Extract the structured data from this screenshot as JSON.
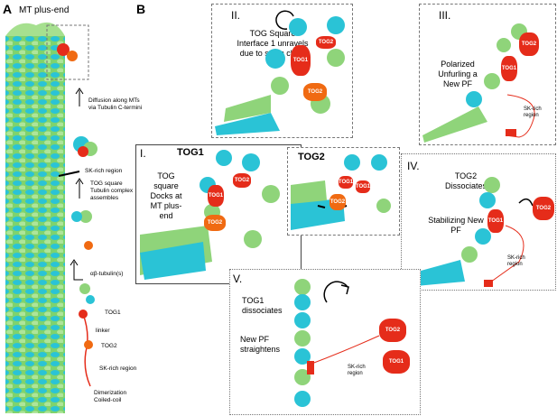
{
  "panelA": {
    "letter": "A",
    "title": "MT plus-end",
    "diffusion": "Diffusion along MTs via Tubulin C-termini",
    "sk_region": "SK-rich region",
    "tog_square": "TOG square Tubulin complex assembles",
    "ab_tubulin": "αβ-tubulin(s)",
    "tog1": "TOG1",
    "linker": "linker",
    "tog2": "TOG2",
    "sk_rich": "SK-rich region",
    "dimer": "Dimerization Coiled-coil"
  },
  "panelB": {
    "letter": "B",
    "step2": {
      "num": "II.",
      "text": "TOG Square Interface 1 unravels due to steric clash",
      "t1": "TOG1",
      "t2": "TOG2",
      "t3": "TOG2"
    },
    "step3": {
      "num": "III.",
      "text": "Polarized Unfurling a New PF",
      "t1": "TOG1",
      "t2": "TOG2",
      "sk": "SK-rich region"
    },
    "step1": {
      "num": "I.",
      "tog1_title": "TOG1",
      "text": "TOG square Docks at MT plus-end",
      "t1": "TOG1",
      "t2": "TOG2",
      "t3": "TOG2"
    },
    "tog2_inset": {
      "title": "TOG2",
      "t1": "TOG1",
      "t2": "TOG1",
      "t3": "TOG2"
    },
    "step4": {
      "num": "IV.",
      "text1": "TOG2 Dissociates",
      "text2": "Stabilizing New PF",
      "t1": "TOG1",
      "t2": "TOG2",
      "sk": "SK-rich region"
    },
    "step5": {
      "num": "V.",
      "text1": "TOG1 dissociates",
      "text2": "New PF straightens",
      "t1": "TOG2",
      "t2": "TOG1",
      "sk": "SK-rich region"
    }
  },
  "colors": {
    "cyan": "#22c7d8",
    "green": "#8fd47a",
    "red": "#e52c1a",
    "orange": "#f06a12"
  }
}
